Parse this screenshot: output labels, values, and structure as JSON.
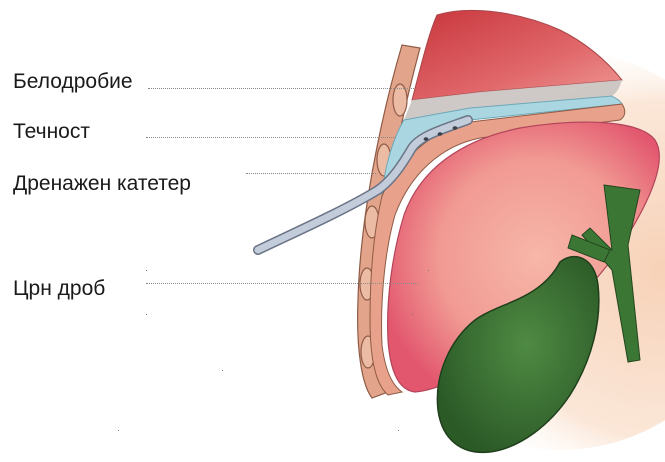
{
  "labels": {
    "lung": "Белодробие",
    "fluid": "Течност",
    "catheter": "Дренажен катетер",
    "liver": "Црн дроб"
  },
  "colors": {
    "lung": "#d95a5a",
    "fluid": "#a9d6e0",
    "diaphragm": "#e8a18a",
    "liver": "#e8707a",
    "gallbladder": "#3f7a36",
    "catheter": "#b8c2d2",
    "chest_wall": "#e0a48c"
  }
}
